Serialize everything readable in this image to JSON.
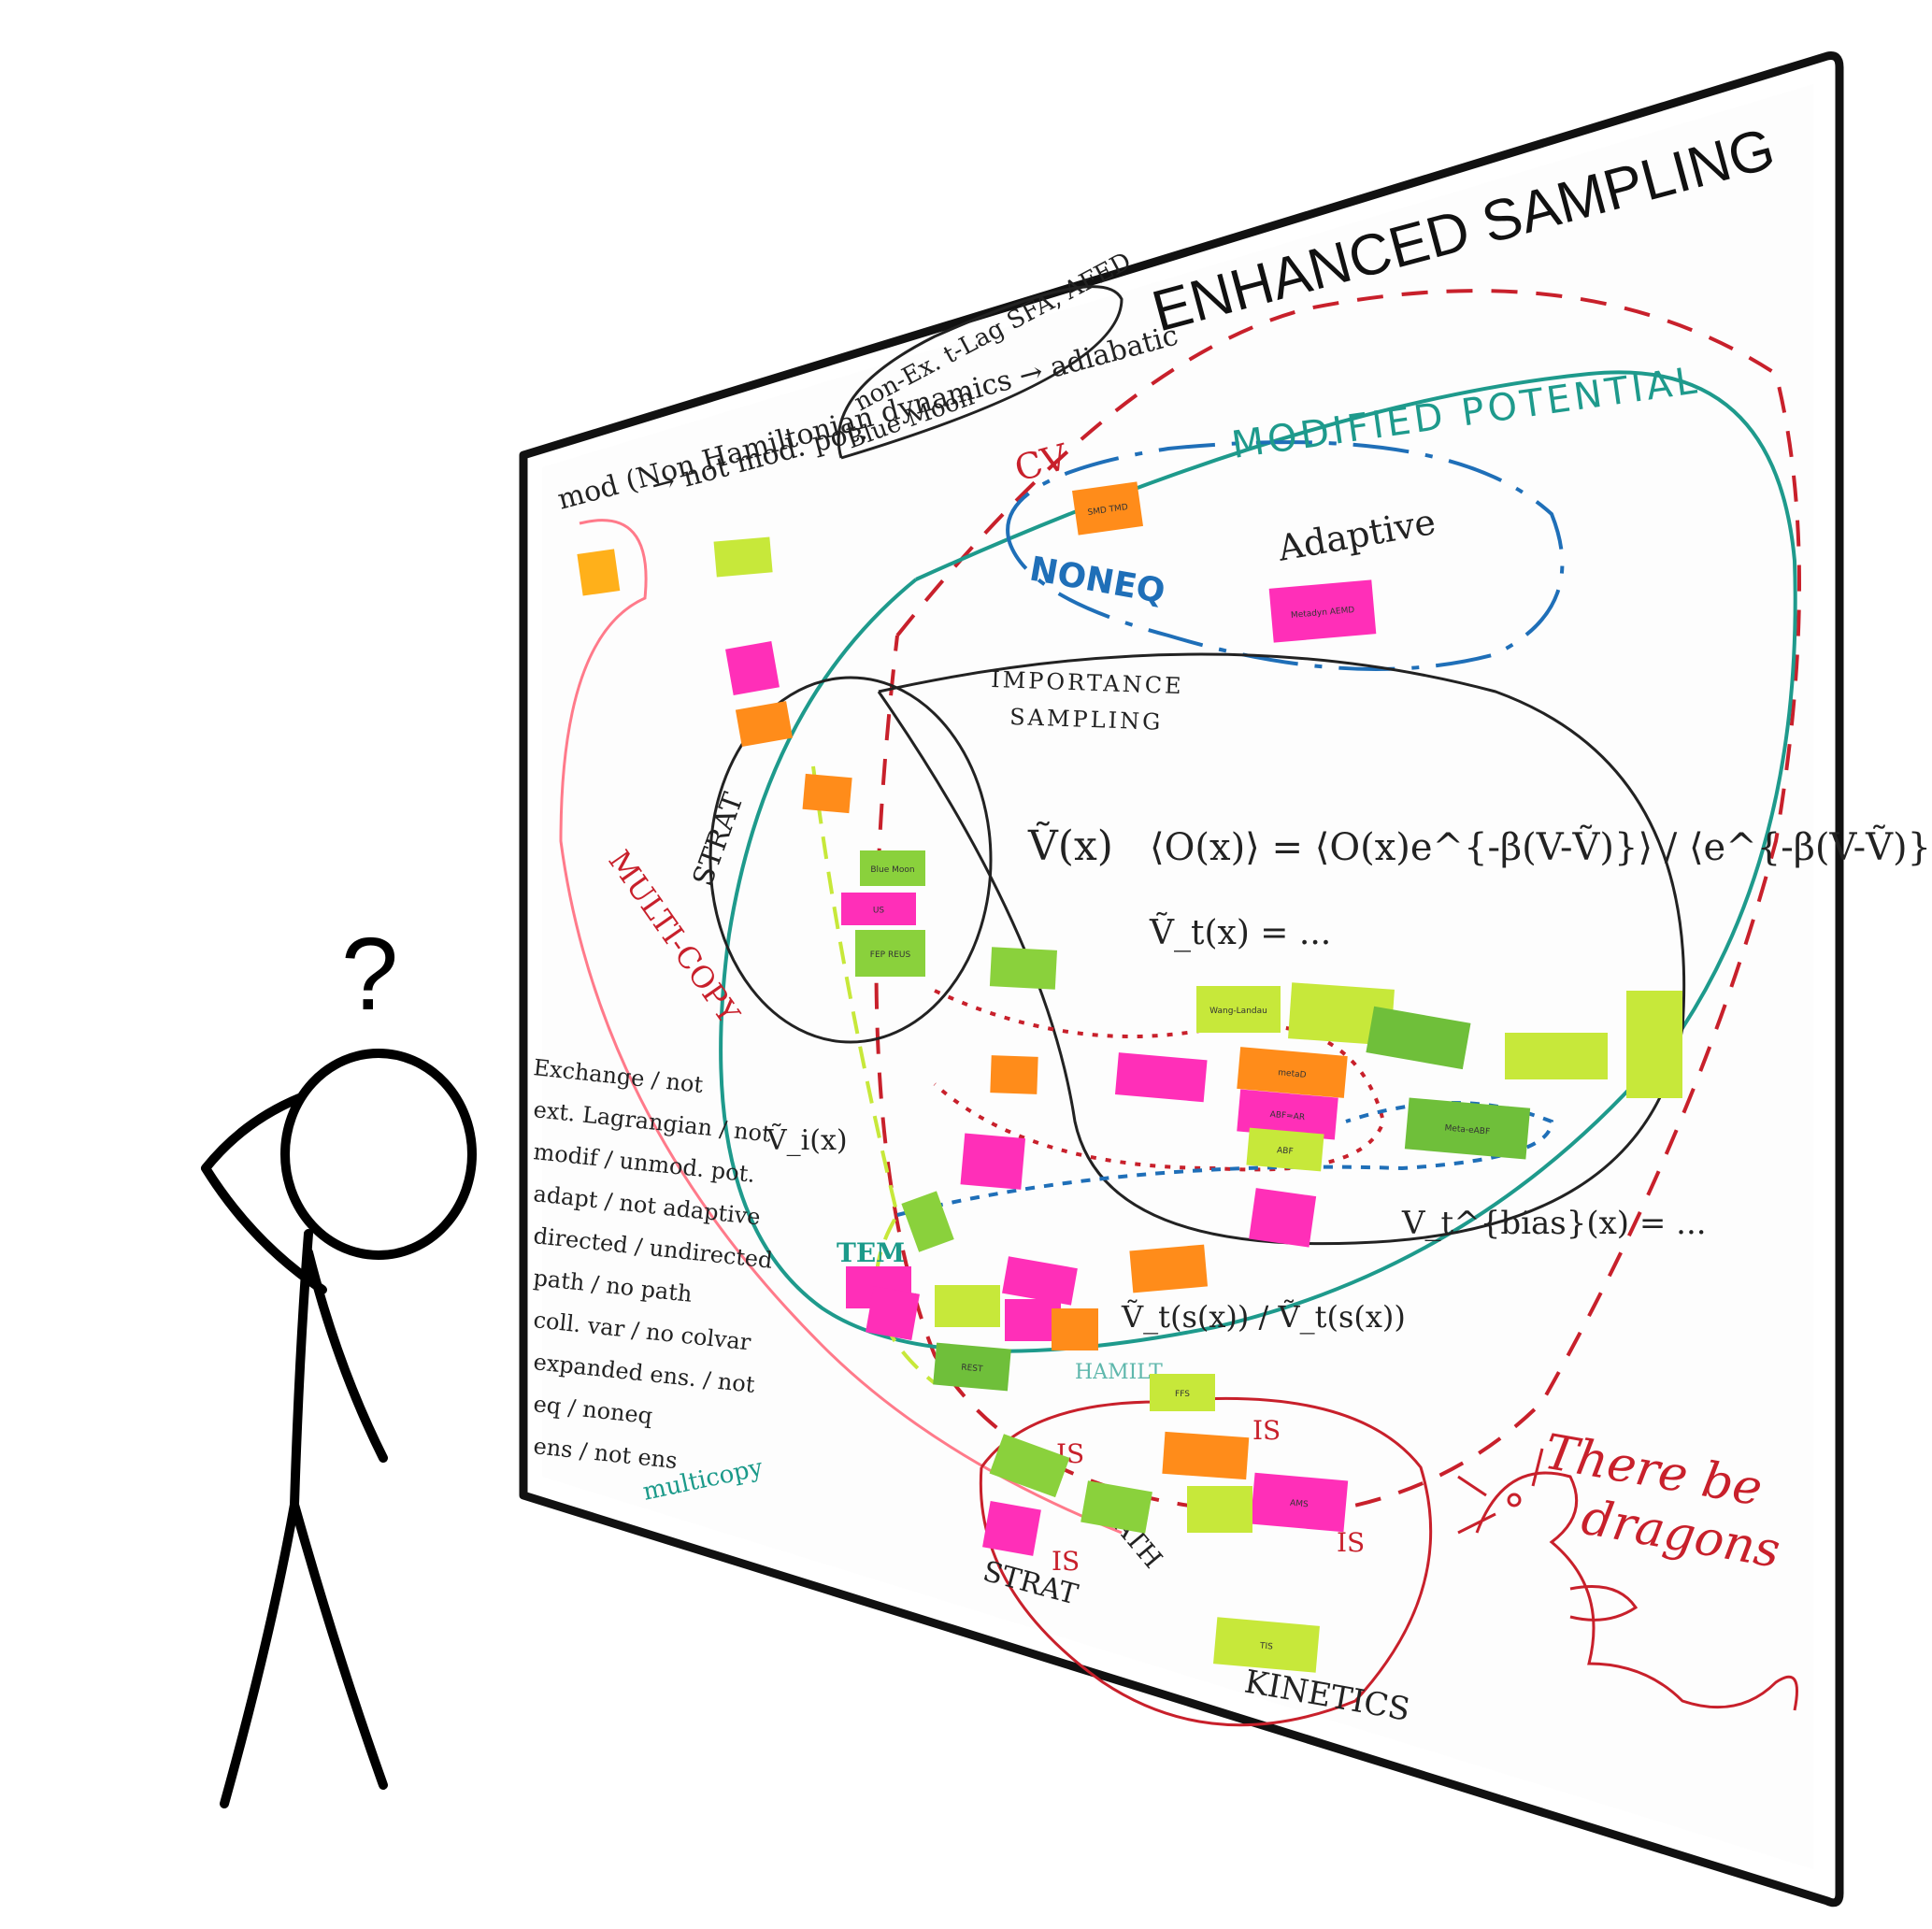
{
  "board": {
    "title": "ENHANCED SAMPLING",
    "labels": {
      "modified_potential": "MODIFIED POTENTIAL",
      "cv": "CV",
      "noneq": "NONEQ",
      "adaptive": "Adaptive",
      "importance_sampling_1": "IMPORTANCE",
      "importance_sampling_2": "SAMPLING",
      "strat_top": "STRAT",
      "multi_copy": "MULTI-COPY",
      "strat_bottom": "STRAT",
      "path": "PATH",
      "kinetics": "KINETICS",
      "is_1": "IS",
      "is_2": "IS",
      "is_3": "IS",
      "is_4": "IS",
      "temp": "TEM",
      "hamilt": "HAMILT",
      "dragons_line1": "There be",
      "dragons_line2": "dragons",
      "top_note_line1": "mod (Non Hamiltonian dynamics → adiabatic",
      "top_note_line2": "→ not mod. pot.",
      "top_note_line3": "non-Ex. t-Lag SFA, AFED",
      "top_note_line4": "Blue Moon"
    },
    "equations": {
      "vtilde": "Ṽ(x)",
      "average": "⟨O(x)⟩ = ⟨O(x)e^{-β(V-Ṽ)}⟩ / ⟨e^{-β(V-Ṽ)}⟩",
      "vt": "Ṽ_t(x) = ...",
      "vbias": "V_t^{bias}(x) = ...",
      "ratio": "Ṽ_t(s(x)) / Ṽ_t(s(x))",
      "vi": "Ṽ_i(x)"
    },
    "taxonomy_list": [
      "Exchange / not",
      "ext. Lagrangian / not",
      "modif / unmod. pot.",
      "adapt / not adaptive",
      "directed / undirected",
      "path / no path",
      "coll. var / no colvar",
      "expanded ens. / not",
      "eq / noneq",
      "ens / not ens"
    ],
    "multicopy_tag": "multicopy",
    "notes": [
      {
        "label": "SMD TMD",
        "color": "#ff8c1a"
      },
      {
        "label": "Metadyn AEMD",
        "color": "#ff2fb8"
      },
      {
        "label": "Blue Moon",
        "color": "#8ad13c"
      },
      {
        "label": "US",
        "color": "#ff2fb8"
      },
      {
        "label": "FEP REUS",
        "color": "#8ad13c"
      },
      {
        "label": "metaD",
        "color": "#ff8c1a"
      },
      {
        "label": "ABF=AR",
        "color": "#ff2fb8"
      },
      {
        "label": "ABF",
        "color": "#c7e83a"
      },
      {
        "label": "Wang-Landau",
        "color": "#c7e83a"
      },
      {
        "label": "Meta-eABF",
        "color": "#6fbf3a"
      },
      {
        "label": "REST",
        "color": "#6fbf3a"
      },
      {
        "label": "TIS",
        "color": "#c7e83a"
      },
      {
        "label": "AMS",
        "color": "#ff2fb8"
      },
      {
        "label": "FFS",
        "color": "#c7e83a"
      }
    ]
  },
  "figure": {
    "question_mark": "?"
  }
}
